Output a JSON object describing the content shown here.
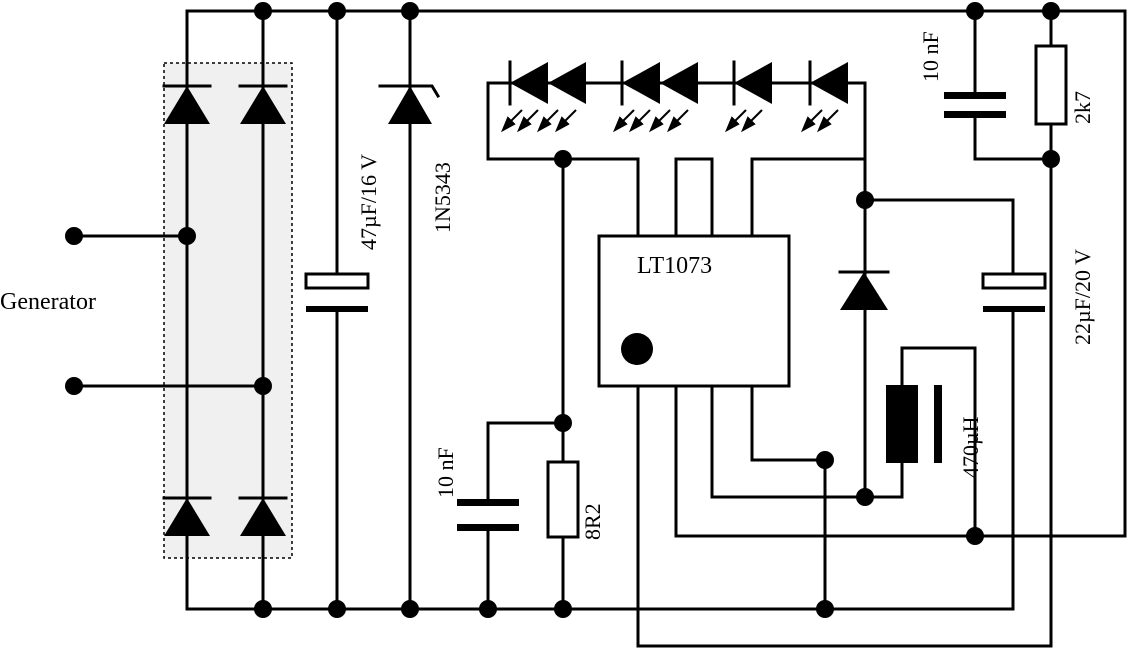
{
  "labels": {
    "generator": "Generator",
    "cap_input": "47µF/16 V",
    "zener": "1N5343",
    "ic": "LT1073",
    "cap_timing": "10 nF",
    "res_sense": "8R2",
    "cap_feedback": "10 nF",
    "res_feedback": "2k7",
    "cap_output": "22µF/20 V",
    "inductor": "470µH"
  }
}
